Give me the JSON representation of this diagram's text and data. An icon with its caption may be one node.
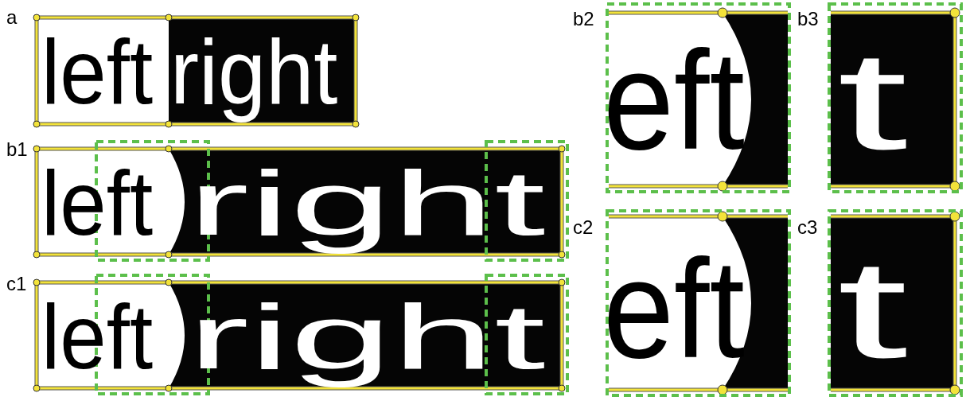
{
  "diagram": {
    "labels": [
      "a",
      "left",
      "right",
      "b2",
      "eft",
      "b3",
      "t",
      "b1",
      "left",
      "right",
      "c2",
      "eft",
      "c3",
      "t",
      "c1",
      "left",
      "right"
    ]
  }
}
